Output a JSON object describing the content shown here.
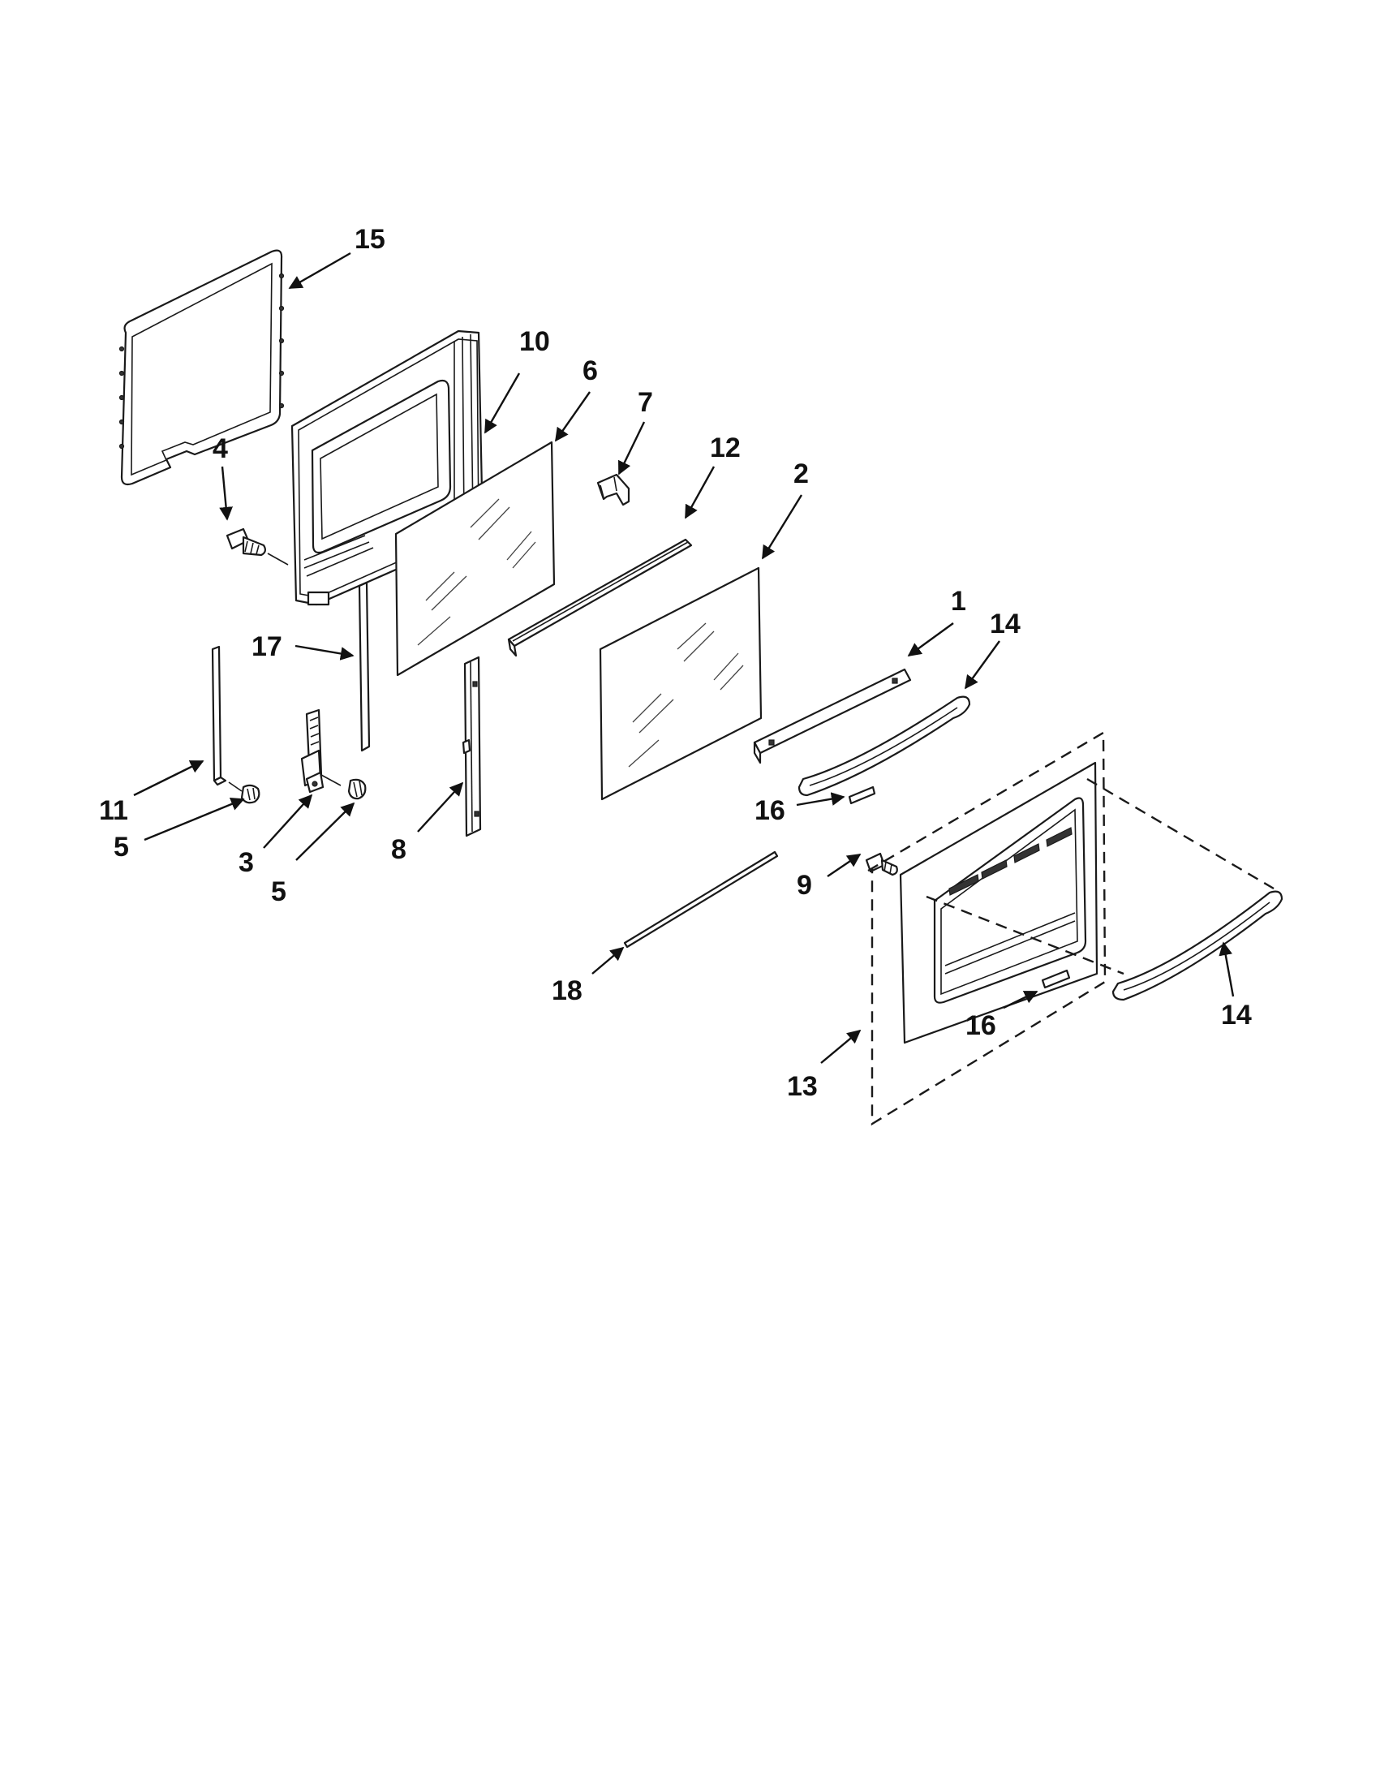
{
  "diagram": {
    "callouts": [
      {
        "id": "c15",
        "label": "15"
      },
      {
        "id": "c10",
        "label": "10"
      },
      {
        "id": "c6",
        "label": "6"
      },
      {
        "id": "c7",
        "label": "7"
      },
      {
        "id": "c12",
        "label": "12"
      },
      {
        "id": "c2",
        "label": "2"
      },
      {
        "id": "c4",
        "label": "4"
      },
      {
        "id": "c1",
        "label": "1"
      },
      {
        "id": "c14a",
        "label": "14"
      },
      {
        "id": "c17",
        "label": "17"
      },
      {
        "id": "c11",
        "label": "11"
      },
      {
        "id": "c5a",
        "label": "5"
      },
      {
        "id": "c3",
        "label": "3"
      },
      {
        "id": "c5b",
        "label": "5"
      },
      {
        "id": "c8",
        "label": "8"
      },
      {
        "id": "c16a",
        "label": "16"
      },
      {
        "id": "c9",
        "label": "9"
      },
      {
        "id": "c18",
        "label": "18"
      },
      {
        "id": "c16b",
        "label": "16"
      },
      {
        "id": "c14b",
        "label": "14"
      },
      {
        "id": "c13",
        "label": "13"
      }
    ]
  }
}
